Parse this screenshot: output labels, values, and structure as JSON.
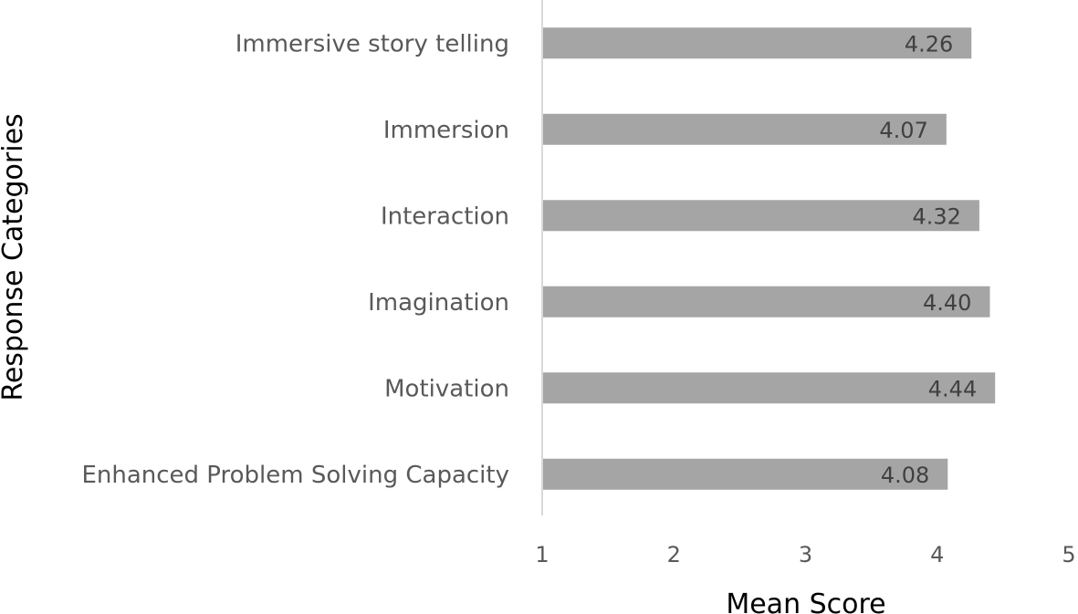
{
  "chart_data": {
    "type": "bar",
    "orientation": "horizontal",
    "categories": [
      "Immersive story telling",
      "Immersion",
      "Interaction",
      "Imagination",
      "Motivation",
      "Enhanced Problem Solving Capacity"
    ],
    "values": [
      4.26,
      4.07,
      4.32,
      4.4,
      4.44,
      4.08
    ],
    "value_labels": [
      "4.26",
      "4.07",
      "4.32",
      "4.40",
      "4.44",
      "4.08"
    ],
    "xlabel": "Mean Score",
    "ylabel": "Response Categories",
    "xlim": [
      1,
      5
    ],
    "xticks": [
      "1",
      "2",
      "3",
      "4",
      "5"
    ],
    "grid": false,
    "legend": "none",
    "bar_color": "#a5a5a5"
  }
}
